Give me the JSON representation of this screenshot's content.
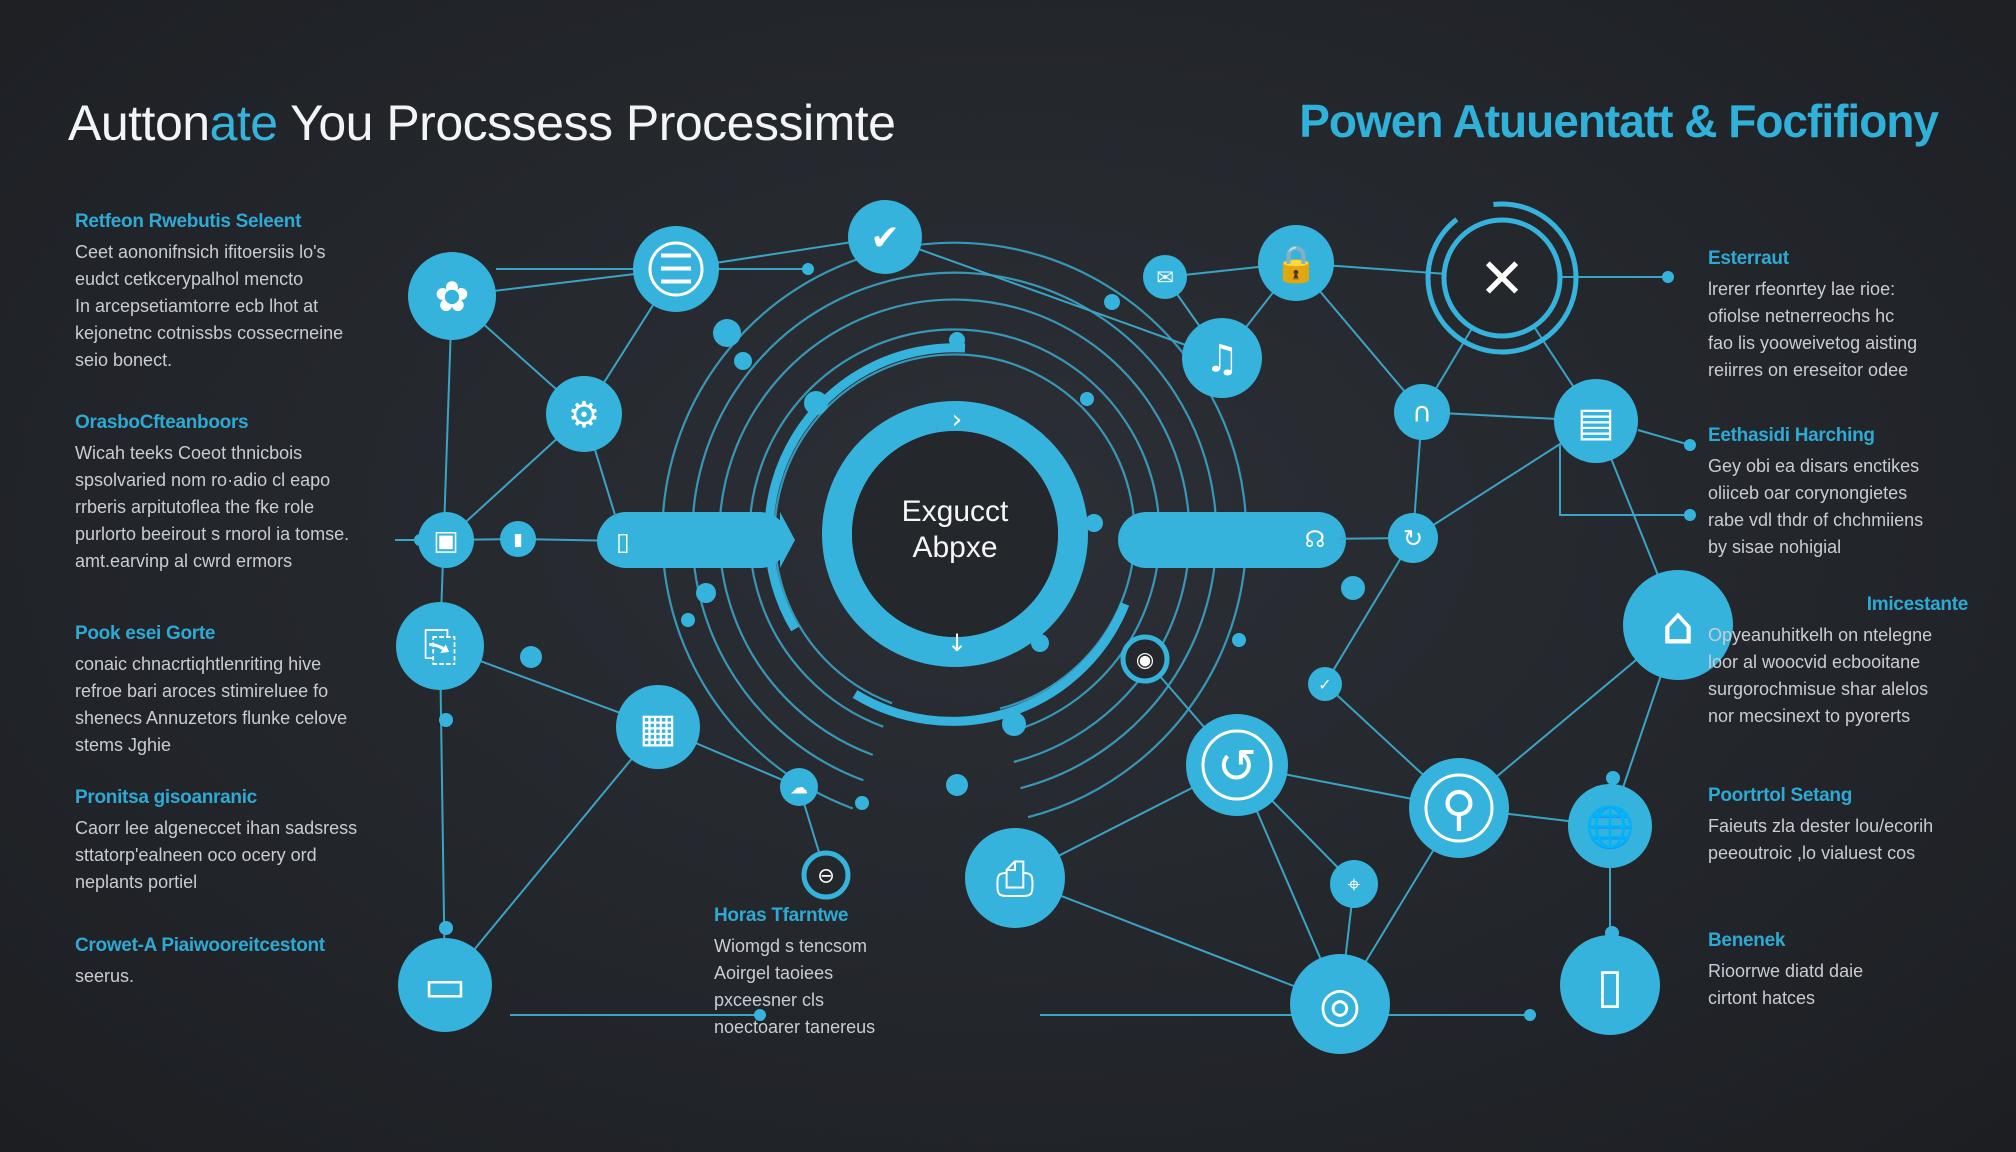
{
  "header": {
    "title_left_prefix": "Autton",
    "title_left_accent": "ate",
    "title_left_suffix": " You Procssess  Processimte",
    "title_right": "Powen Atuuentatt & Focfifiony"
  },
  "center": {
    "line1": "Exgucct",
    "line2": "Abpxe"
  },
  "left_blocks": [
    {
      "heading": "Retfeon Rwebutis Seleent",
      "lines": [
        "Ceet aononifnsich ifitoersiis lo's",
        "eudct cetkcerypalhol mencto",
        "In arcepsetiamtorre ecb lhot at",
        "kejonetnc cotnissbs cossecrneine",
        "seio bonect."
      ]
    },
    {
      "heading": "OrasboCfteanboors",
      "lines": [
        "Wicah teeks Coeot thnicbois",
        "spsolvaried nom ro·adio cl eapo",
        "rrberis  arpitutoflea the fke role",
        "purlorto beeirout s rnorol ia tomse.",
        "amt.earvinp al cwrd ermors"
      ]
    },
    {
      "heading": "Pook esei Gorte",
      "lines": [
        "conaic chnacrtiqhtlenriting hive",
        "refroe bari aroces stimireluee fo",
        "shenecs Annuzetors flunke celove",
        "stems Jghie"
      ]
    },
    {
      "heading": "Pronitsa gisoanranic",
      "lines": [
        "Caorr lee algeneccet ihan sadsress",
        "sttatorp'ealneen oco ocery ord",
        "neplants portiel"
      ]
    },
    {
      "heading": "Crowet-A Piaiwooreitcestont",
      "lines": [
        "seerus."
      ]
    }
  ],
  "right_blocks": [
    {
      "heading": "Esterraut",
      "lines": [
        "lrerer rfeonrtey lae rioe:",
        "ofiolse netnerreochs hc",
        "fao lis yooweivetog aisting",
        "reiirres on ereseitor odee"
      ]
    },
    {
      "heading": "Eethasidi Harching",
      "lines": [
        "Gey obi ea disars enctikes",
        "oliiceb oar corynongietes",
        "rabe vdl thdr of chchmiiens",
        "by sisae nohigial"
      ]
    },
    {
      "heading": "Imicestante",
      "lines": [
        "Opyeanuhitkelh on ntelegne",
        "loor al woocvid ecbooitane",
        "surgorochmisue shar alelos",
        "nor mecsinext to pyorerts"
      ]
    },
    {
      "heading": "Poortrtol Setang",
      "lines": [
        "Faieuts zla dester lou/ecorih",
        "peeoutroic ,lo vialuest cos"
      ]
    },
    {
      "heading": "Benenek",
      "lines": [
        "Rioorrwe diatd daie",
        "cirtont hatces"
      ]
    }
  ],
  "bottom_block": {
    "heading": "Horas Tfarntwe",
    "lines": [
      "Wiomgd s tencsom",
      "Aoirgel taoiees",
      "pxceesner cls",
      "noectoarer tanereus"
    ]
  },
  "style": {
    "accent": "#36b3dc",
    "line": "#3aa3c6",
    "background": "#25282d",
    "node_icon": "#ffffff"
  },
  "nodes": [
    {
      "id": "n1",
      "icon": "gear-head-icon",
      "glyph": "✿"
    },
    {
      "id": "n2",
      "icon": "list-icon",
      "glyph": "☰"
    },
    {
      "id": "n3",
      "icon": "check-shield-icon",
      "glyph": "✔"
    },
    {
      "id": "n4",
      "icon": "mail-icon",
      "glyph": "✉"
    },
    {
      "id": "n5",
      "icon": "lock-icon",
      "glyph": "🔒"
    },
    {
      "id": "n6",
      "icon": "robot-arm-icon",
      "glyph": "⚙"
    },
    {
      "id": "n7",
      "icon": "music-icon",
      "glyph": "♫"
    },
    {
      "id": "n8",
      "icon": "target-icon",
      "glyph": "✕"
    },
    {
      "id": "n9",
      "icon": "magnet-icon",
      "glyph": "∩"
    },
    {
      "id": "n10",
      "icon": "document-lines-icon",
      "glyph": "▤"
    },
    {
      "id": "n11",
      "icon": "badge-icon",
      "glyph": "▣"
    },
    {
      "id": "n12",
      "icon": "phone-icon",
      "glyph": "▮"
    },
    {
      "id": "n13",
      "icon": "book-icon",
      "glyph": "▯"
    },
    {
      "id": "n14",
      "icon": "headset-icon",
      "glyph": "☊"
    },
    {
      "id": "n15",
      "icon": "refresh-icon",
      "glyph": "↻"
    },
    {
      "id": "n16",
      "icon": "file-export-icon",
      "glyph": "⎘"
    },
    {
      "id": "n17",
      "icon": "calculator-icon",
      "glyph": "▦"
    },
    {
      "id": "n18",
      "icon": "cloud-icon",
      "glyph": "☁"
    },
    {
      "id": "n19",
      "icon": "box-icon",
      "glyph": "⌂"
    },
    {
      "id": "n20",
      "icon": "eye-icon",
      "glyph": "◉"
    },
    {
      "id": "n21",
      "icon": "checkmark-icon",
      "glyph": "✓"
    },
    {
      "id": "n22",
      "icon": "power-icon",
      "glyph": "↺"
    },
    {
      "id": "n23",
      "icon": "search-person-icon",
      "glyph": "⚲"
    },
    {
      "id": "n24",
      "icon": "globe-icon",
      "glyph": "🌐"
    },
    {
      "id": "n25",
      "icon": "printer-icon",
      "glyph": "⎙"
    },
    {
      "id": "n26",
      "icon": "location-icon",
      "glyph": "⌖"
    },
    {
      "id": "n27",
      "icon": "camera-icon",
      "glyph": "◎"
    },
    {
      "id": "n28",
      "icon": "laptop-icon",
      "glyph": "▭"
    },
    {
      "id": "n29",
      "icon": "tablet-icon",
      "glyph": "▯"
    },
    {
      "id": "n30",
      "icon": "lock-small-icon",
      "glyph": "⊖"
    }
  ]
}
